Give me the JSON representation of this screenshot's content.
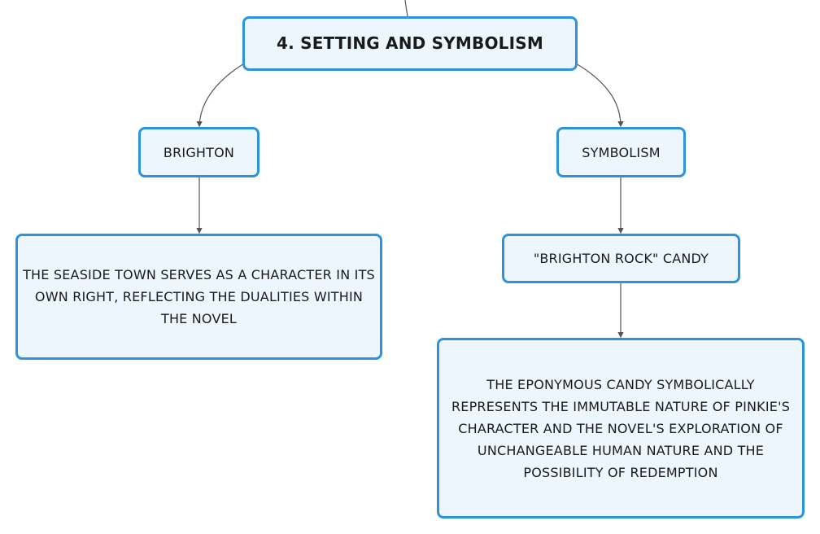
{
  "diagram": {
    "root": {
      "label": "4. SETTING AND SYMBOLISM"
    },
    "branches": [
      {
        "label": "BRIGHTON",
        "children": [
          {
            "label": "THE SEASIDE TOWN SERVES AS A CHARACTER IN ITS OWN RIGHT, REFLECTING THE DUALITIES WITHIN THE NOVEL"
          }
        ]
      },
      {
        "label": "SYMBOLISM",
        "children": [
          {
            "label": "\"BRIGHTON ROCK\" CANDY",
            "children": [
              {
                "label": "THE EPONYMOUS CANDY SYMBOLICALLY REPRESENTS THE IMMUTABLE NATURE OF PINKIE'S CHARACTER AND THE NOVEL'S EXPLORATION OF UNCHANGEABLE HUMAN NATURE AND THE POSSIBILITY OF REDEMPTION"
              }
            ]
          }
        ]
      }
    ],
    "colors": {
      "border": "#2b94dd",
      "fill": "#eef6fd",
      "edge": "#555555"
    }
  }
}
